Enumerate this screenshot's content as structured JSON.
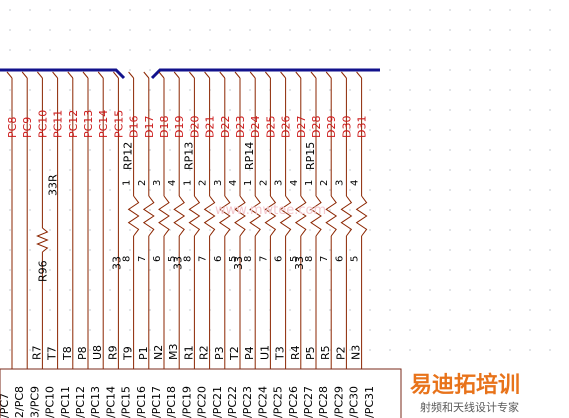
{
  "colors": {
    "wire": "#8b2500",
    "bus": "#12128c",
    "signal_text": "#cc1a1a",
    "grid_dot": "#9aa3b0",
    "component_outline": "#7a2a1a",
    "watermark_main": "#e8731a",
    "watermark_sub": "#5a5a5a"
  },
  "bus_labels": [
    "PC8",
    "PC9",
    "PC10",
    "PC11",
    "PC12",
    "PC13",
    "PC14",
    "PC15",
    "D16",
    "D17",
    "D18",
    "D19",
    "D20",
    "D21",
    "D22",
    "D23",
    "D24",
    "D25",
    "D26",
    "D27",
    "D28",
    "D29",
    "D30",
    "D31"
  ],
  "pin_labels": [
    "R7",
    "T7",
    "T8",
    "P8",
    "U8",
    "R9",
    "T9",
    "P1",
    "N2",
    "M3",
    "R1",
    "R2",
    "P3",
    "T2",
    "P4",
    "U1",
    "T3",
    "R4",
    "P5",
    "R5",
    "P2",
    "N3"
  ],
  "bottom_labels": [
    "/PC7",
    "2/PC8",
    "3/PC9",
    "/PC10",
    "/PC11",
    "/PC12",
    "/PC13",
    "/PC14",
    "/PC15",
    "/PC16",
    "/PC17",
    "/PC18",
    "/PC19",
    "/PC20",
    "/PC21",
    "/PC22",
    "/PC23",
    "/PC24",
    "/PC25",
    "/PC26",
    "/PC27",
    "/PC28",
    "/PC29",
    "/PC30",
    "/PC31"
  ],
  "resistor_packs": [
    {
      "ref": "RP12",
      "top_pins": [
        "1",
        "2",
        "3",
        "4"
      ],
      "bottom_pins": [
        "8",
        "7",
        "6",
        "5"
      ]
    },
    {
      "ref": "RP13",
      "top_pins": [
        "1",
        "2",
        "3",
        "4"
      ],
      "bottom_pins": [
        "8",
        "7",
        "6",
        "5"
      ]
    },
    {
      "ref": "RP14",
      "top_pins": [
        "1",
        "2",
        "3",
        "4"
      ],
      "bottom_pins": [
        "8",
        "7",
        "6",
        "5"
      ]
    },
    {
      "ref": "RP15",
      "top_pins": [
        "1",
        "2",
        "3",
        "4"
      ],
      "bottom_pins": [
        "8",
        "7",
        "6",
        "5"
      ]
    }
  ],
  "pack_values": [
    "33",
    "33",
    "33",
    "33"
  ],
  "r96": {
    "ref": "R96",
    "value": "33R"
  },
  "watermark": {
    "main": "易迪拓培训",
    "sub": "射频和天线设计专家",
    "center": "www.mwtee.com"
  }
}
